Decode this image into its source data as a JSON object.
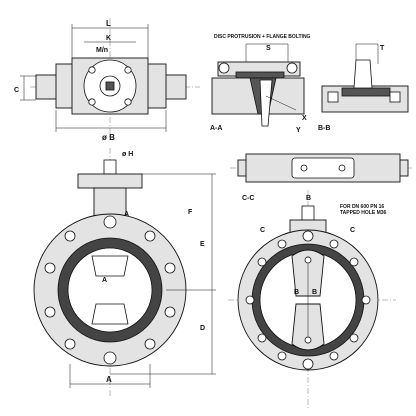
{
  "labels": {
    "L": "L",
    "K": "K",
    "Mn": "M/n",
    "C": "C",
    "B_top": "ø B",
    "disc_title": "DISC PROTRUSION + FLANGE BOLTING",
    "S": "S",
    "T": "T",
    "AA": "A-A",
    "BB": "B-B",
    "X": "X",
    "Y": "Y",
    "H": "ø H",
    "CC": "C-C",
    "F": "F",
    "E": "E",
    "D": "D",
    "A_bottom": "A",
    "A_left1": "A",
    "A_left2": "A",
    "B_mark1": "B",
    "B_mark2": "B",
    "B_mark3": "B",
    "C_left": "C",
    "C_right": "C",
    "dn_note_1": "FOR DN 600 PN 16",
    "dn_note_2": "TAPPED HOLE M36"
  }
}
